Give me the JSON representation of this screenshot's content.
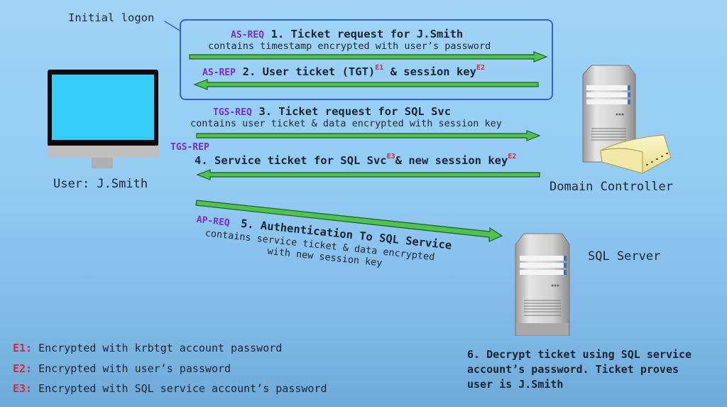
{
  "colors": {
    "accent_purple": "#7b2bc4",
    "encryption_red": "#d8263a",
    "arrow_green": "#4fc24f",
    "box_blue": "#3a5fc8"
  },
  "callout": {
    "initial_logon": "Initial logon"
  },
  "entities": {
    "user": {
      "label": "User: J.Smith",
      "icon": "monitor-icon"
    },
    "dc": {
      "label": "Domain Controller",
      "icon": "server-with-directory-icon"
    },
    "sql": {
      "label": "SQL Server",
      "icon": "server-icon"
    }
  },
  "steps": [
    {
      "tag": "AS-REQ",
      "title": "1. Ticket request for J.Smith",
      "detail": "contains timestamp encrypted with user’s password",
      "direction": "user-to-dc"
    },
    {
      "tag": "AS-REP",
      "title_a": "2. User ticket (TGT)",
      "sup_a": "E1",
      "title_b": " & session key",
      "sup_b": "E2",
      "direction": "dc-to-user"
    },
    {
      "tag": "TGS-REQ",
      "title": "3. Ticket request for SQL Svc",
      "detail": "contains user ticket & data encrypted with session key",
      "direction": "user-to-dc"
    },
    {
      "tag": "TGS-REP",
      "title_a": "4. Service ticket for SQL Svc",
      "sup_a": "E3",
      "title_b": "& new session key",
      "sup_b": "E2",
      "direction": "dc-to-user"
    },
    {
      "tag": "AP-REQ",
      "title": "5. Authentication To SQL Service",
      "detail_1": "contains service ticket & data encrypted",
      "detail_2": "with new session key",
      "direction": "user-to-sql"
    },
    {
      "title_1": "6. Decrypt ticket using SQL service",
      "title_2": "account’s password. Ticket proves",
      "title_3": "user is J.Smith"
    }
  ],
  "legend": [
    {
      "key": "E1:",
      "text": "Encrypted with krbtgt account password"
    },
    {
      "key": "E2:",
      "text": "Encrypted with user’s password"
    },
    {
      "key": "E3:",
      "text": "Encrypted with SQL service account’s password"
    }
  ]
}
